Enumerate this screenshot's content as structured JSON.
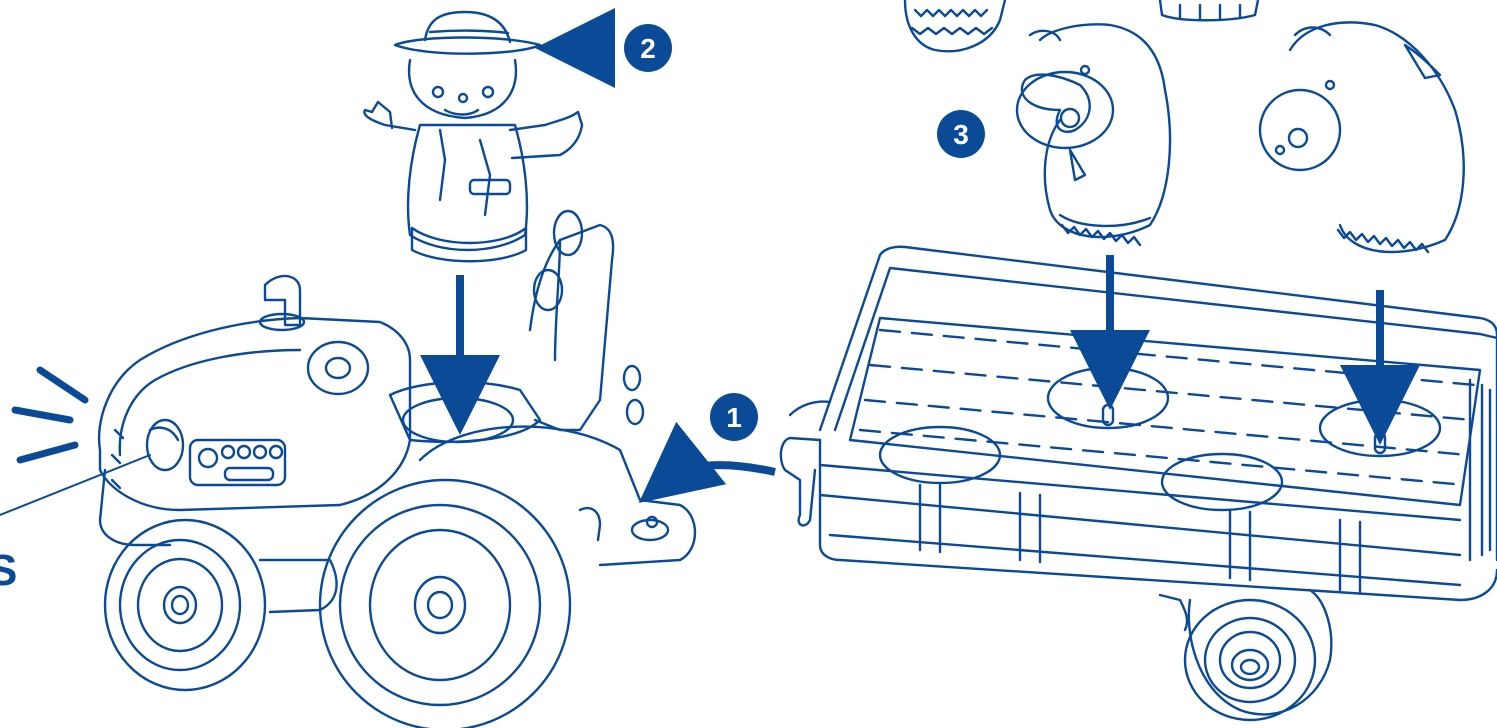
{
  "colors": {
    "ink": "#0b4a96",
    "paper": "#ffffff"
  },
  "steps": [
    {
      "number": "1",
      "target": "hitch-tractor-to-trailer"
    },
    {
      "number": "2",
      "target": "farmer-into-tractor-seat"
    },
    {
      "number": "3",
      "target": "cows-into-trailer-holes"
    }
  ],
  "cropped_text": {
    "left_edge_letter": "S"
  },
  "icons": [
    "light-burst-icon",
    "arrow-icon",
    "farmer-figure",
    "cow-figure",
    "tractor",
    "hay-wagon"
  ]
}
